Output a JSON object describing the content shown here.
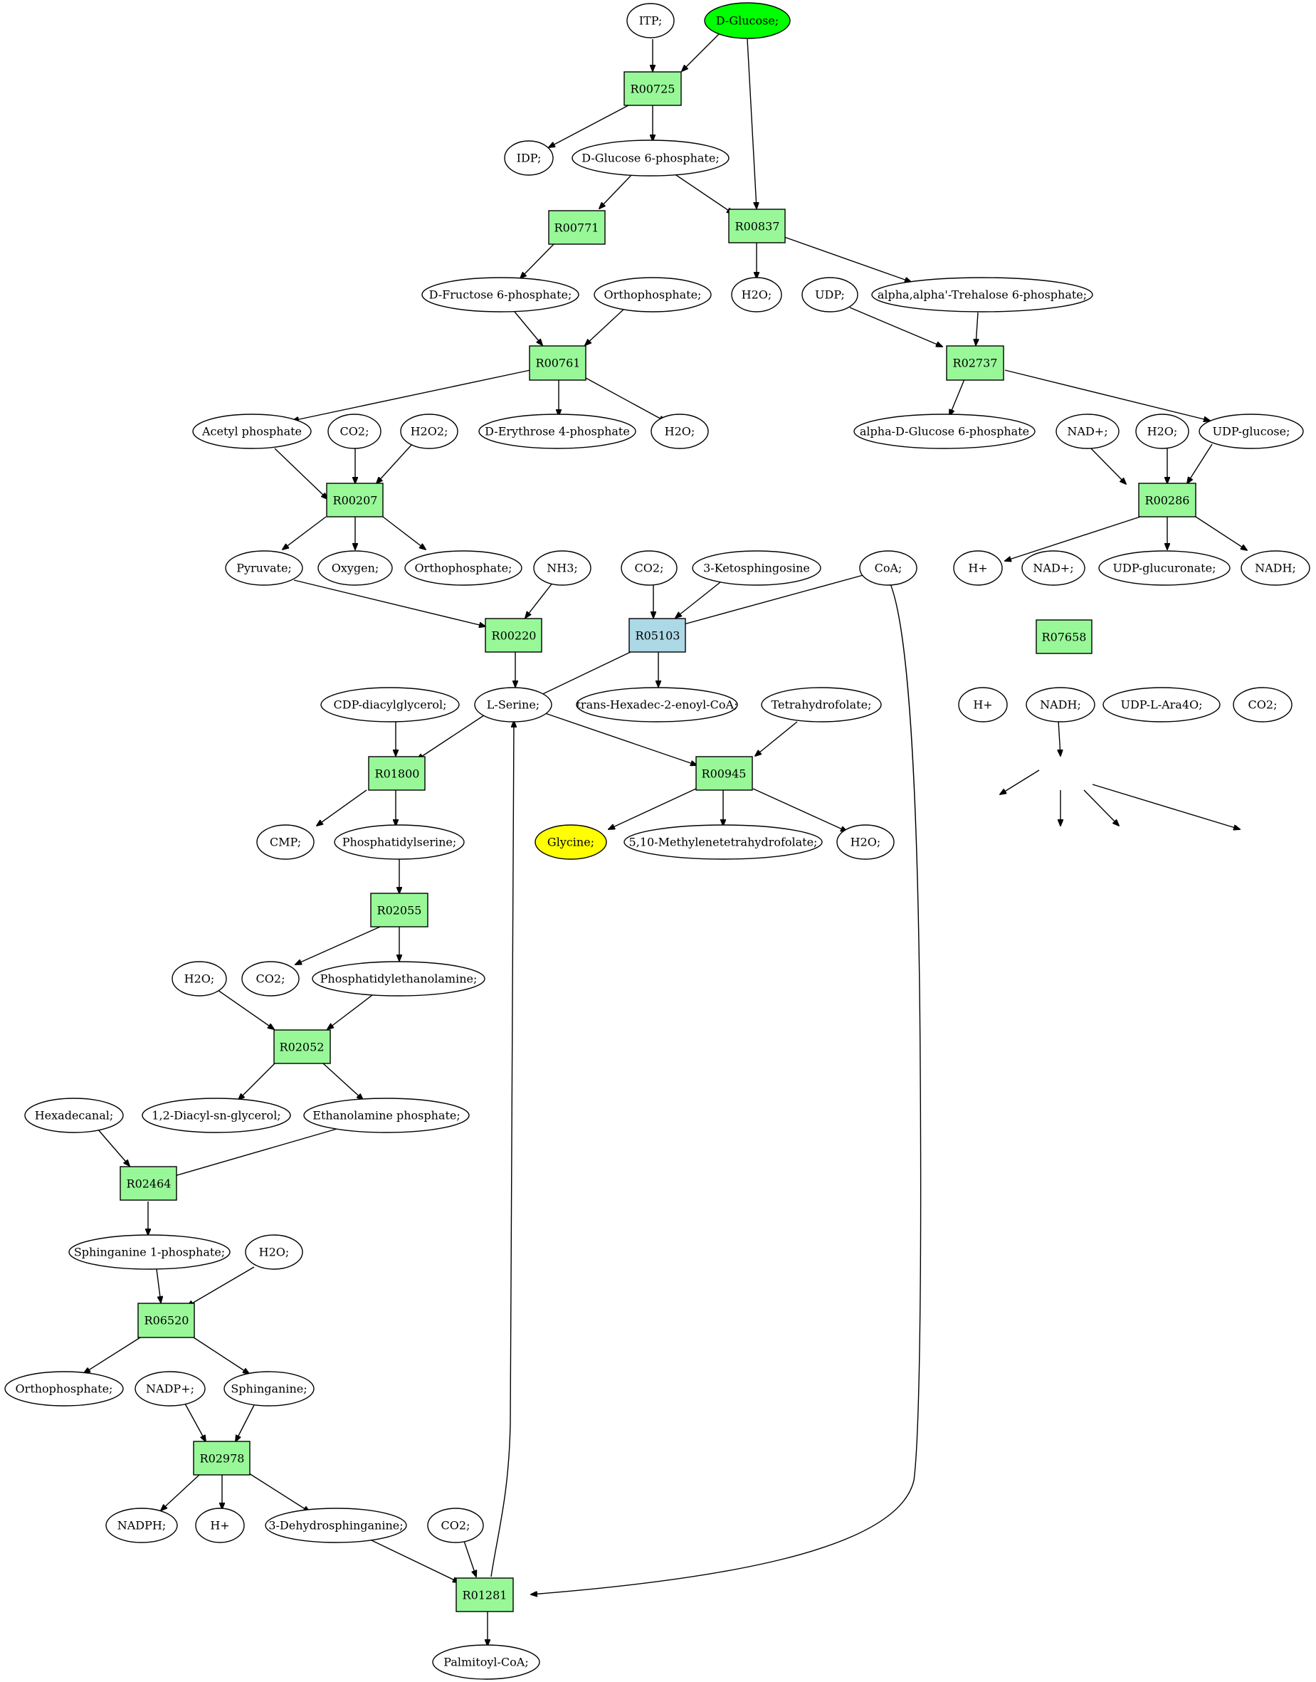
{
  "colors": {
    "reaction": "#98f898",
    "reaction_highlight": "#add8e6",
    "source_metabolite": "#00ff00",
    "target_metabolite": "#ffff00",
    "metabolite": "#ffffff"
  },
  "reactions": {
    "r00725": "R00725",
    "r00771": "R00771",
    "r00837": "R00837",
    "r00761": "R00761",
    "r02737": "R02737",
    "r00207": "R00207",
    "r00286": "R00286",
    "r00220": "R00220",
    "r05103": "R05103",
    "r07658": "R07658",
    "r01800": "R01800",
    "r00945": "R00945",
    "r02055": "R02055",
    "r02052": "R02052",
    "r02464": "R02464",
    "r06520": "R06520",
    "r02978": "R02978",
    "r01281": "R01281"
  },
  "metabolites": {
    "itp": "ITP;",
    "d_glucose": "D-Glucose;",
    "idp": "IDP;",
    "d_glucose_6p": "D-Glucose 6-phosphate;",
    "d_fructose_6p": "D-Fructose 6-phosphate;",
    "orthophosphate_1": "Orthophosphate;",
    "h2o_1": "H2O;",
    "udp": "UDP;",
    "trehalose_6p": "alpha,alpha'-Trehalose 6-phosphate;",
    "acetyl_phosphate": "Acetyl phosphate",
    "co2_1": "CO2;",
    "h2o2": "H2O2;",
    "d_erythrose_4p": "D-Erythrose 4-phosphate",
    "h2o_2": "H2O;",
    "alpha_d_glucose_6p": "alpha-D-Glucose 6-phosphate",
    "nad_1": "NAD+;",
    "h2o_3": "H2O;",
    "udp_glucose": "UDP-glucose;",
    "pyruvate": "Pyruvate;",
    "oxygen": "Oxygen;",
    "orthophosphate_2": "Orthophosphate;",
    "nh3": "NH3;",
    "co2_2": "CO2;",
    "ketosphingosine": "3-Ketosphingosine",
    "coa": "CoA;",
    "h_plus_1": "H+",
    "nad_2": "NAD+;",
    "udp_glucuronate": "UDP-glucuronate;",
    "nadh_1": "NADH;",
    "cdp_diacylglycerol": "CDP-diacylglycerol;",
    "l_serine": "L-Serine;",
    "hexadec_enoyl_coa": "trans-Hexadec-2-enoyl-CoA;",
    "tetrahydrofolate": "Tetrahydrofolate;",
    "h_plus_2": "H+",
    "nadh_2": "NADH;",
    "udp_l_ara4o": "UDP-L-Ara4O;",
    "co2_3": "CO2;",
    "cmp": "CMP;",
    "phosphatidylserine": "Phosphatidylserine;",
    "glycine": "Glycine;",
    "methylene_thf": "5,10-Methylenetetrahydrofolate;",
    "h2o_4": "H2O;",
    "h2o_5": "H2O;",
    "co2_4": "CO2;",
    "phosphatidylethanolamine": "Phosphatidylethanolamine;",
    "hexadecanal": "Hexadecanal;",
    "diacylglycerol": "1,2-Diacyl-sn-glycerol;",
    "ethanolamine_phosphate": "Ethanolamine phosphate;",
    "sphinganine_1p": "Sphinganine 1-phosphate;",
    "h2o_6": "H2O;",
    "orthophosphate_3": "Orthophosphate;",
    "nadp": "NADP+;",
    "sphinganine": "Sphinganine;",
    "nadph": "NADPH;",
    "h_plus_3": "H+",
    "dehydrosphinganine": "3-Dehydrosphinganine;",
    "co2_5": "CO2;",
    "palmitoyl_coa": "Palmitoyl-CoA;"
  }
}
